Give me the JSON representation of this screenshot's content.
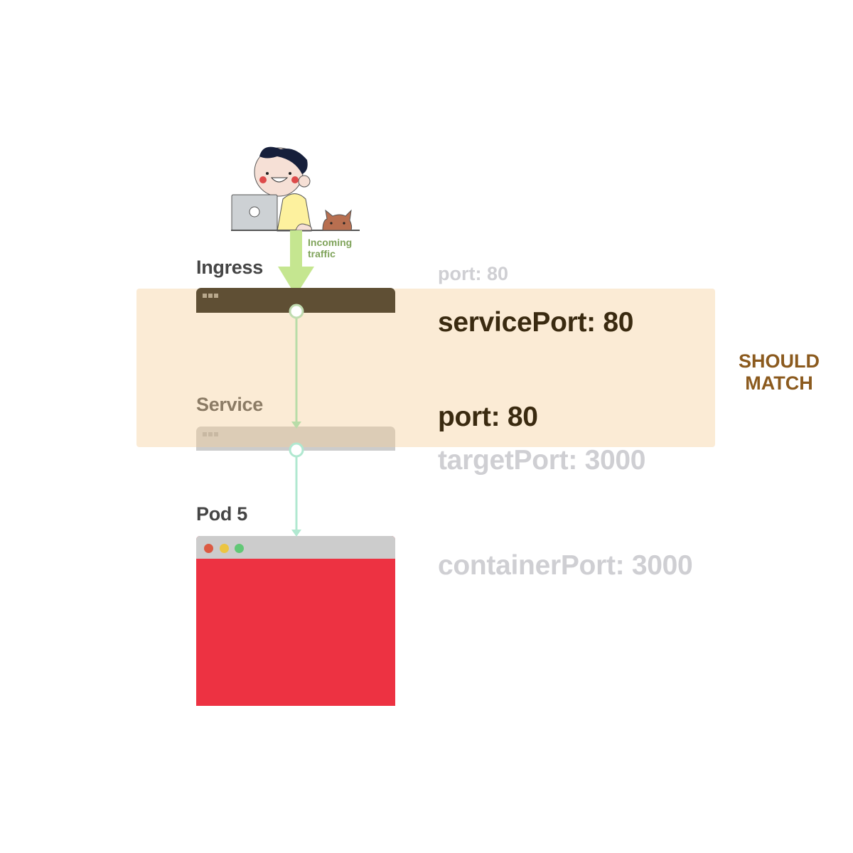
{
  "incoming_label": "Incoming\ntraffic",
  "ingress": {
    "title": "Ingress",
    "port_label": "port: 80",
    "service_port_label": "servicePort: 80"
  },
  "service": {
    "title": "Service",
    "port_label": "port: 80",
    "target_port_label": "targetPort: 3000"
  },
  "pod": {
    "title": "Pod 5",
    "container_port_label": "containerPort: 3000"
  },
  "match_note": {
    "line1": "SHOULD",
    "line2": "MATCH"
  },
  "colors": {
    "ingress_bar": "#5f4f34",
    "highlight": "#f5cd96",
    "pod_body": "#ed3242",
    "arrow": "#c5e690",
    "match_text": "#8b5a1e"
  }
}
